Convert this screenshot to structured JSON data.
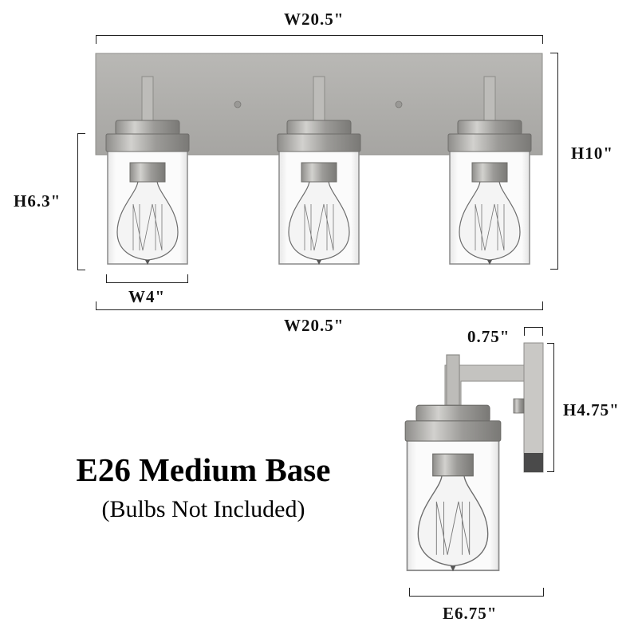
{
  "diagram": {
    "subject": "3-light bathroom vanity light fixture dimensions",
    "front_view": {
      "overall_width_top": "W20.5\"",
      "overall_width_bottom": "W20.5\"",
      "overall_height": "H10\"",
      "shade_height": "H6.3\"",
      "shade_width": "W4\"",
      "light_count": 3
    },
    "side_view": {
      "backplate_depth": "0.75\"",
      "backplate_height": "H4.75\"",
      "extension": "E6.75\""
    },
    "base_info": {
      "title": "E26 Medium Base",
      "subtitle": "(Bulbs Not Included)"
    },
    "colors": {
      "metal": "#a9a8a5",
      "metal_dark": "#7d7c79",
      "glass_edge": "#8a8a8a",
      "text": "#111111",
      "background": "#ffffff"
    }
  }
}
